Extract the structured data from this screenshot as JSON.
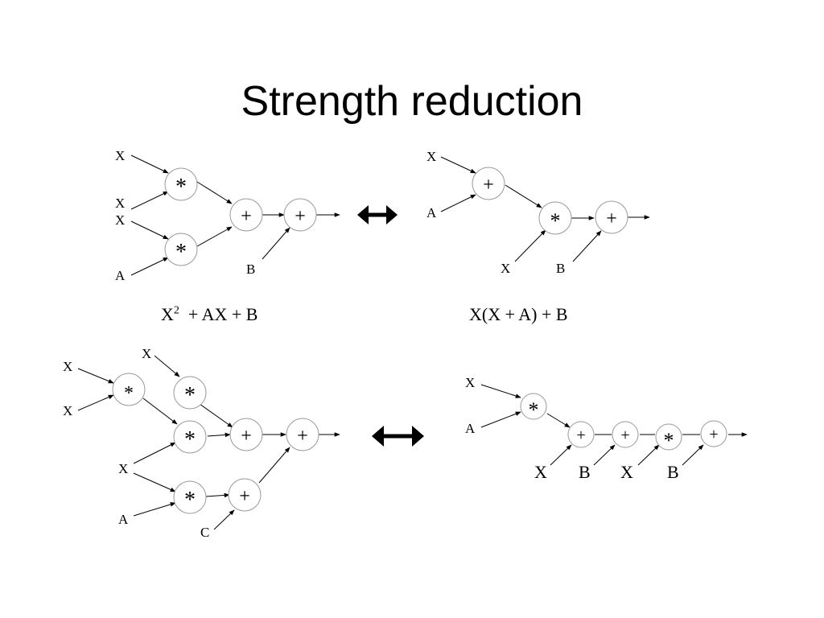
{
  "title": "Strength reduction",
  "formulas": {
    "left_top": {
      "base": "X",
      "exp": "2",
      "rest": "  + AX + B"
    },
    "right_top": "X(X  + A) + B"
  },
  "operators": {
    "mul": "*",
    "add": "+"
  },
  "inputs": {
    "x": "X",
    "a": "A",
    "b": "B",
    "c": "C"
  },
  "equivalence_symbol": "double-arrow-icon"
}
